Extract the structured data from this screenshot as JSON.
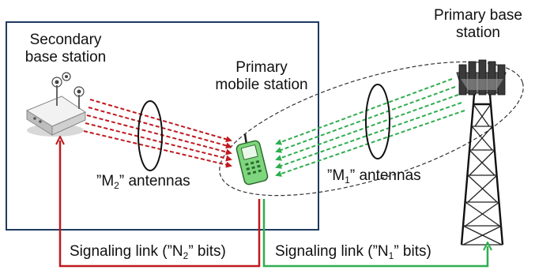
{
  "labels": {
    "secondary_bs_line1": "Secondary",
    "secondary_bs_line2": "base station",
    "primary_ms_line1": "Primary",
    "primary_ms_line2": "mobile station",
    "primary_bs_line1": "Primary base",
    "primary_bs_line2": "station",
    "m2_prefix": "”M",
    "m2_sub": "2",
    "m2_suffix": "” antennas",
    "m1_prefix": "”M",
    "m1_sub": "1",
    "m1_suffix": "” antennas",
    "n2_prefix": "Signaling link (”N",
    "n2_sub": "2",
    "n2_suffix": "” bits)",
    "n1_prefix": "Signaling link (”N",
    "n1_sub": "1",
    "n1_suffix": "” bits)"
  },
  "colors": {
    "secondary_link": "#c0191e",
    "primary_link": "#2fae4e",
    "box_border": "#1f3a5f",
    "phone_body": "#7ed67e"
  },
  "icons": {
    "secondary_base_station": "wireless-router-icon",
    "primary_mobile_station": "mobile-phone-icon",
    "primary_base_station": "cell-tower-icon"
  }
}
